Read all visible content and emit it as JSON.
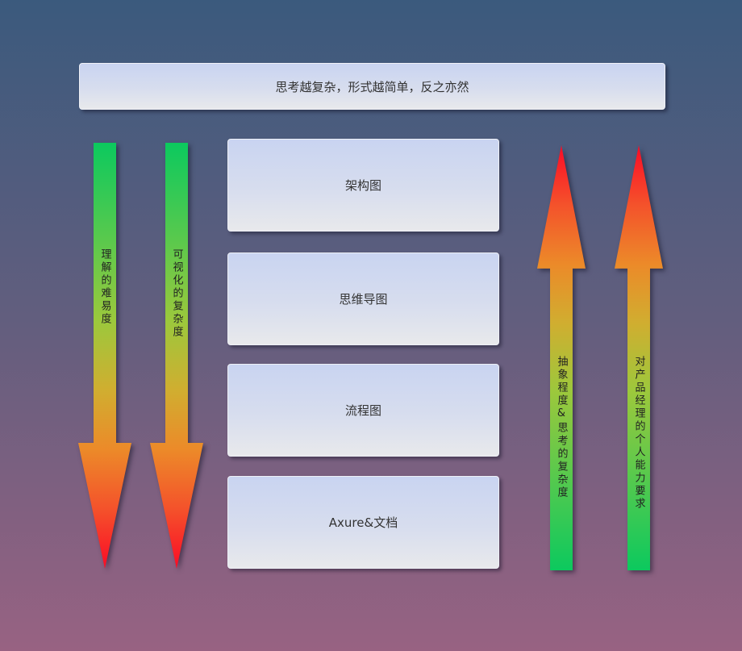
{
  "title_banner": {
    "text": "思考越复杂，形式越简单，反之亦然"
  },
  "boxes": [
    {
      "label": "架构图"
    },
    {
      "label": "思维导图"
    },
    {
      "label": "流程图"
    },
    {
      "label": "Axure&文档"
    }
  ],
  "left_arrows": [
    {
      "label": "理解的难易度",
      "direction": "down"
    },
    {
      "label": "可视化的复杂度",
      "direction": "down"
    }
  ],
  "right_arrows": [
    {
      "label": "抽象程度&思考的复杂度",
      "direction": "up"
    },
    {
      "label": "对产品经理的个人能力要求",
      "direction": "up"
    }
  ],
  "colors": {
    "background_top": "#3b5a7d",
    "background_middle": "#635e7e",
    "background_bottom": "#986282",
    "panel_top": "#c9d4f1",
    "panel_bottom": "#e8e9ec",
    "arrow_green": "#0cc95e",
    "arrow_yellow_green": "#9cc83c",
    "arrow_yellow": "#d0ae30",
    "arrow_orange": "#ec8a29",
    "arrow_red": "#fb0b26",
    "text_dark": "#333333"
  }
}
